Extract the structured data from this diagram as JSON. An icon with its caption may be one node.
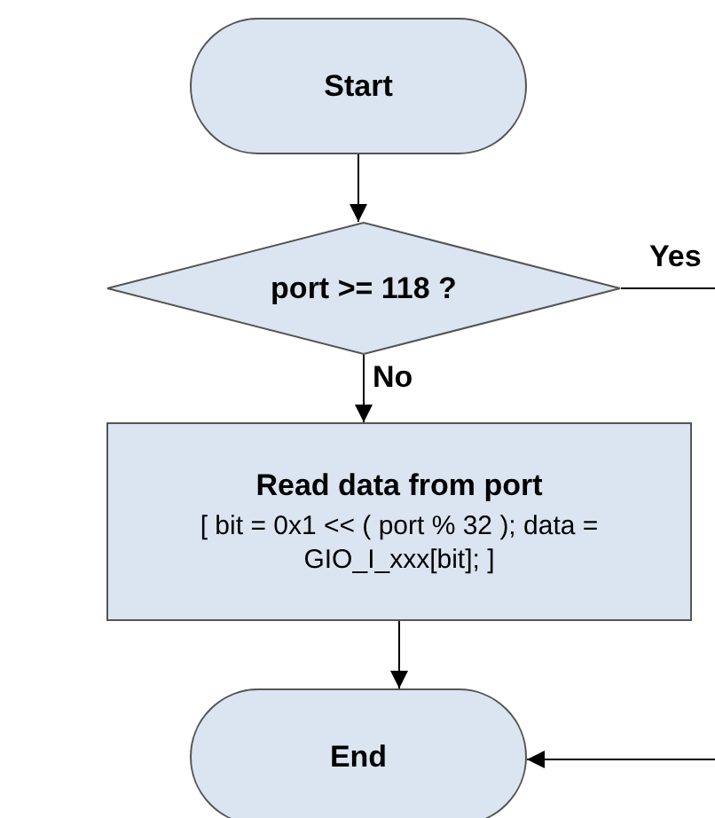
{
  "diagram": {
    "nodes": [
      {
        "text": [
          "Start"
        ]
      },
      {
        "text": [
          "port >= 118 ?"
        ]
      },
      {
        "text": [
          "Read data from port",
          "[ bit = 0x1 << ( port % 32 ); data = GIO_I_xxx[bit]; ]"
        ]
      },
      {
        "text": [
          "End"
        ]
      }
    ],
    "edges": [
      {
        "from": 0,
        "to": 1,
        "arrow": "to"
      },
      {
        "from": 1,
        "to": null,
        "arrow": "none",
        "label": "Yes"
      },
      {
        "from": 1,
        "to": 2,
        "arrow": "to",
        "label": "No"
      },
      {
        "from": 2,
        "to": 3,
        "arrow": "to"
      },
      {
        "from": null,
        "to": 3,
        "arrow": "to"
      }
    ]
  }
}
